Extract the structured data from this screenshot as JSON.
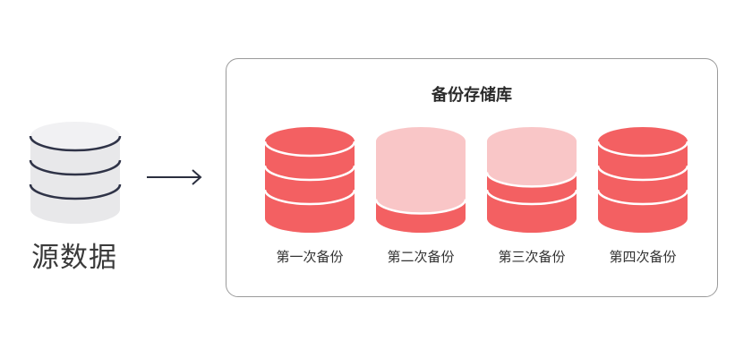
{
  "source": {
    "label": "源数据",
    "icon": "database-icon",
    "color": "#e8e8ea",
    "ring_color": "#2f3347"
  },
  "repository": {
    "title": "备份存储库",
    "backups": [
      {
        "label": "第一次备份",
        "fill": 1.0
      },
      {
        "label": "第二次备份",
        "fill": 0.25
      },
      {
        "label": "第三次备份",
        "fill": 0.6
      },
      {
        "label": "第四次备份",
        "fill": 1.0
      }
    ]
  },
  "colors": {
    "filled": "#f36062",
    "empty": "#f9c6c7",
    "box_border": "#9a9a9a",
    "arrow": "#2b2f3f"
  }
}
